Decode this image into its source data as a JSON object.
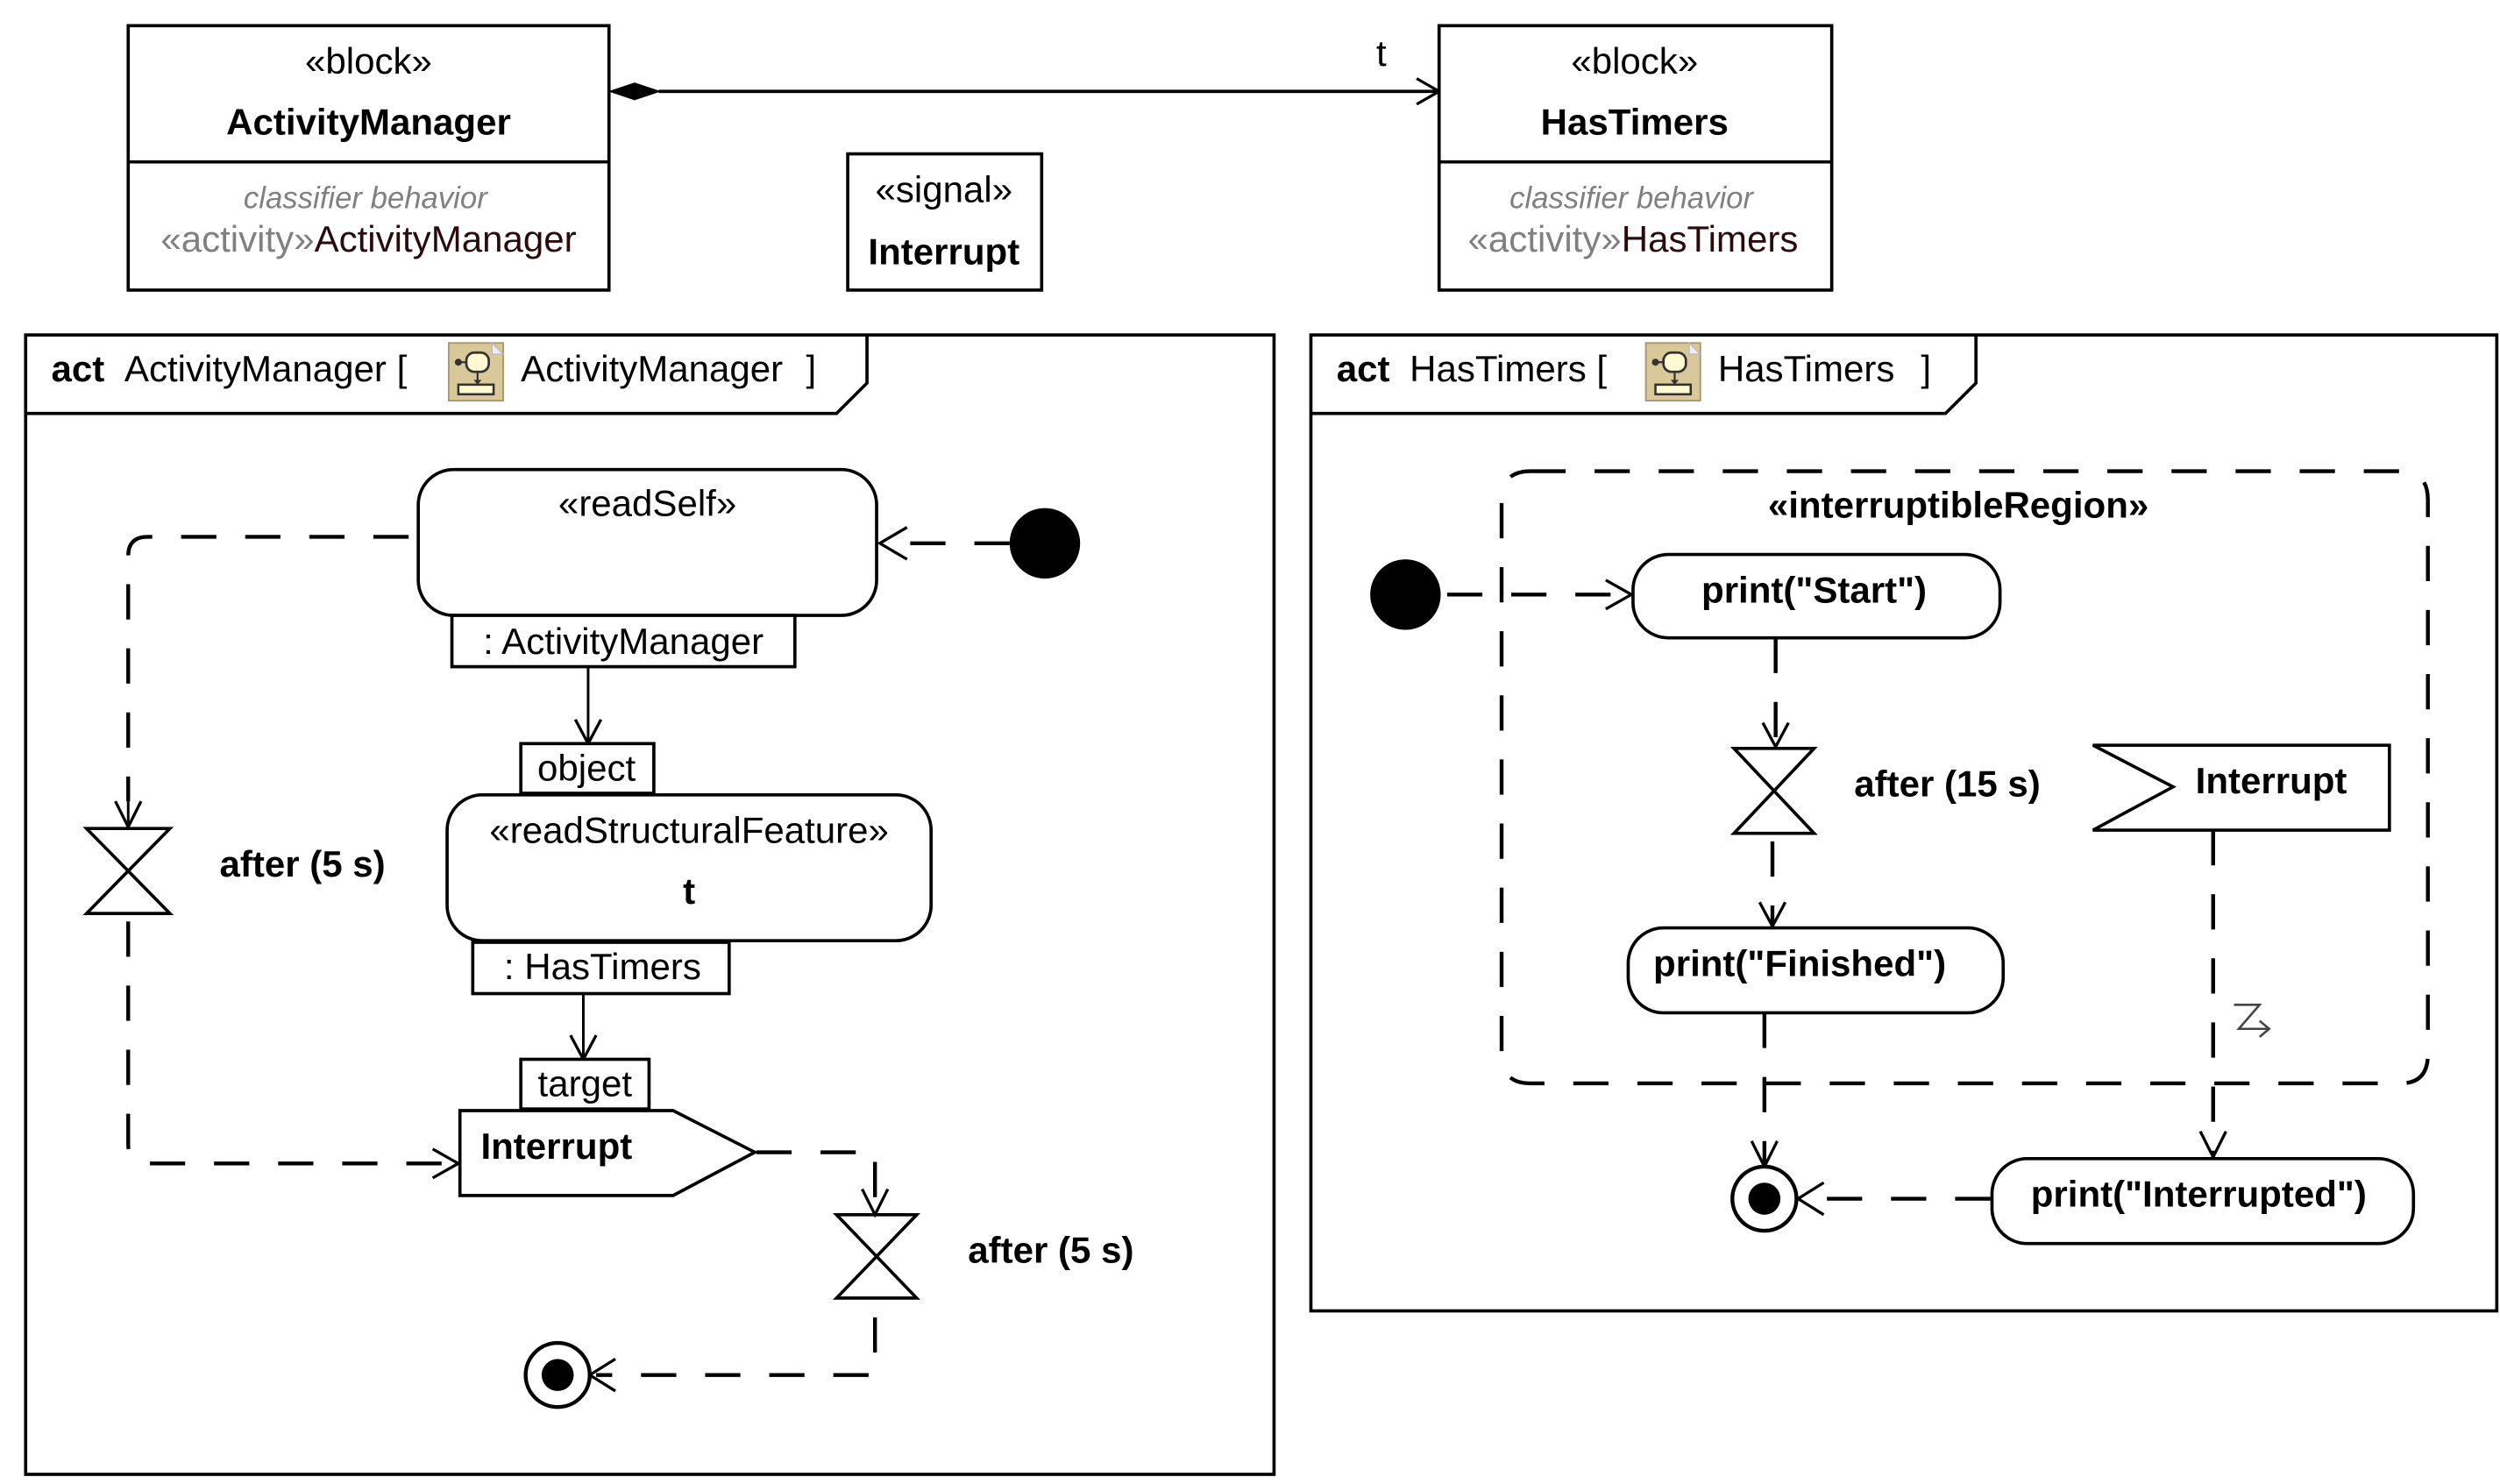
{
  "blocks": {
    "activity_manager": {
      "stereotype": "«block»",
      "name": "ActivityManager",
      "compartment_label": "classifier behavior",
      "behavior_stereotype": "«activity»",
      "behavior_name": "ActivityManager"
    },
    "signal": {
      "stereotype": "«signal»",
      "name": "Interrupt"
    },
    "has_timers": {
      "stereotype": "«block»",
      "name": "HasTimers",
      "compartment_label": "classifier behavior",
      "behavior_stereotype": "«activity»",
      "behavior_name": "HasTimers"
    },
    "association": {
      "role_label": "t"
    }
  },
  "left_activity": {
    "frame_keyword": "act",
    "frame_name": "ActivityManager",
    "bracket_open": "[",
    "bracket_name": "ActivityManager",
    "bracket_close": "]",
    "read_self": {
      "stereotype": "«readSelf»",
      "output_pin": ": ActivityManager"
    },
    "read_structural_feature": {
      "input_pin": "object",
      "stereotype": "«readStructuralFeature»",
      "feature": "t",
      "output_pin": ": HasTimers"
    },
    "send_signal": {
      "input_pin": "target",
      "name": "Interrupt"
    },
    "timer_1": {
      "label": "after (5 s)"
    },
    "timer_2": {
      "label": "after (5 s)"
    }
  },
  "right_activity": {
    "frame_keyword": "act",
    "frame_name": "HasTimers",
    "bracket_open": "[",
    "bracket_name": "HasTimers",
    "bracket_close": "]",
    "region_label": "«interruptibleRegion»",
    "action_start": "print(\"Start\")",
    "timer": {
      "label": "after (15 s)"
    },
    "accept_signal": "Interrupt",
    "action_finished": "print(\"Finished\")",
    "action_interrupted": "print(\"Interrupted\")"
  },
  "colors": {
    "stroke": "#000000",
    "gray_text": "#808080",
    "icon_bg": "#d9c89a",
    "icon_border": "#a8966a",
    "icon_fill": "#fff8d0"
  }
}
